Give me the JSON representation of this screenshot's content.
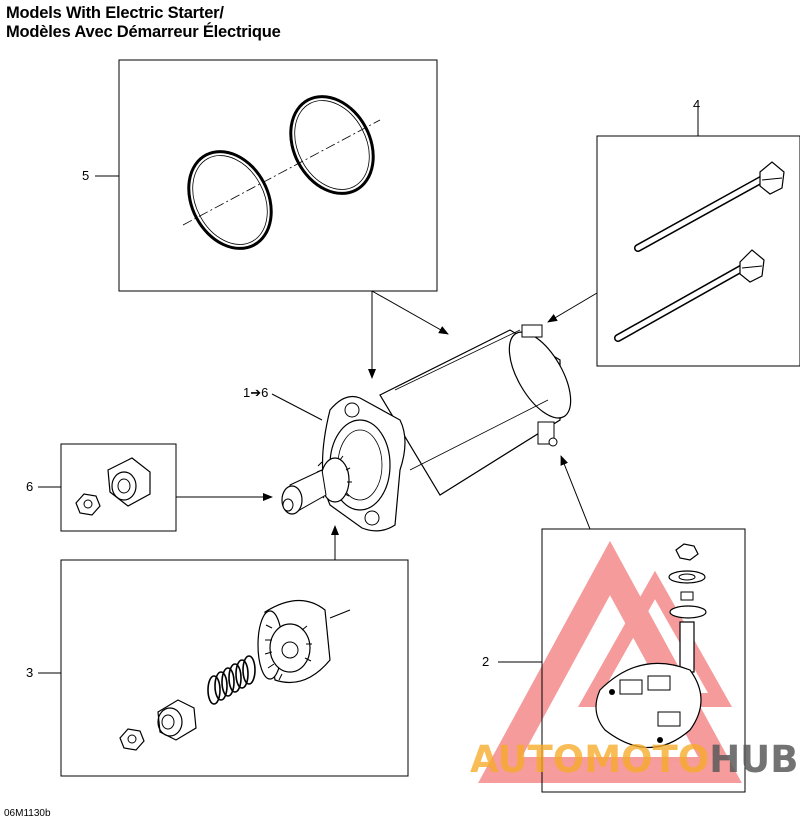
{
  "title": {
    "line1": "Models With Electric Starter/",
    "line2": "Modèles Avec Démarreur Électrique"
  },
  "callouts": {
    "c5": "5",
    "c4": "4",
    "c16": "1➔6",
    "c6": "6",
    "c3": "3",
    "c2": "2"
  },
  "drawing_code": "06M1130b",
  "watermark": {
    "part1": "AUTOMOTO",
    "part2": "HUB"
  },
  "colors": {
    "line": "#000000",
    "watermark_red": "#f04a4a",
    "watermark_orange": "#f6aa28",
    "watermark_gray": "#5a5a5a"
  }
}
